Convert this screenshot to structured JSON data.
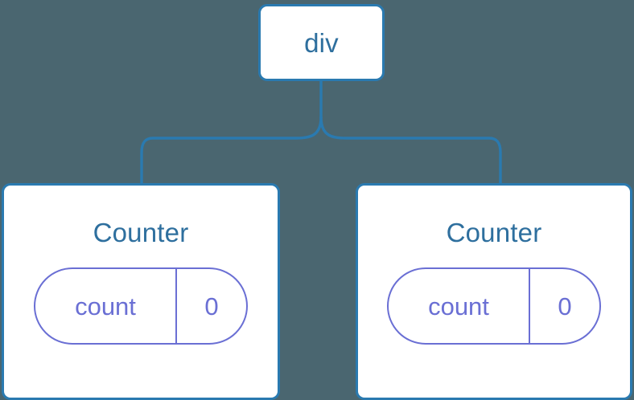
{
  "diagram": {
    "type": "component-tree",
    "background_color": "#4a6670",
    "node_border_color": "#2a7ab0",
    "node_fill_color": "#ffffff",
    "node_label_color": "#2e6f9e",
    "state_accent_color": "#6a6fd4",
    "connector_color": "#2a7ab0",
    "root": {
      "label": "div"
    },
    "children": [
      {
        "label": "Counter",
        "state": {
          "key": "count",
          "value": "0"
        }
      },
      {
        "label": "Counter",
        "state": {
          "key": "count",
          "value": "0"
        }
      }
    ]
  }
}
